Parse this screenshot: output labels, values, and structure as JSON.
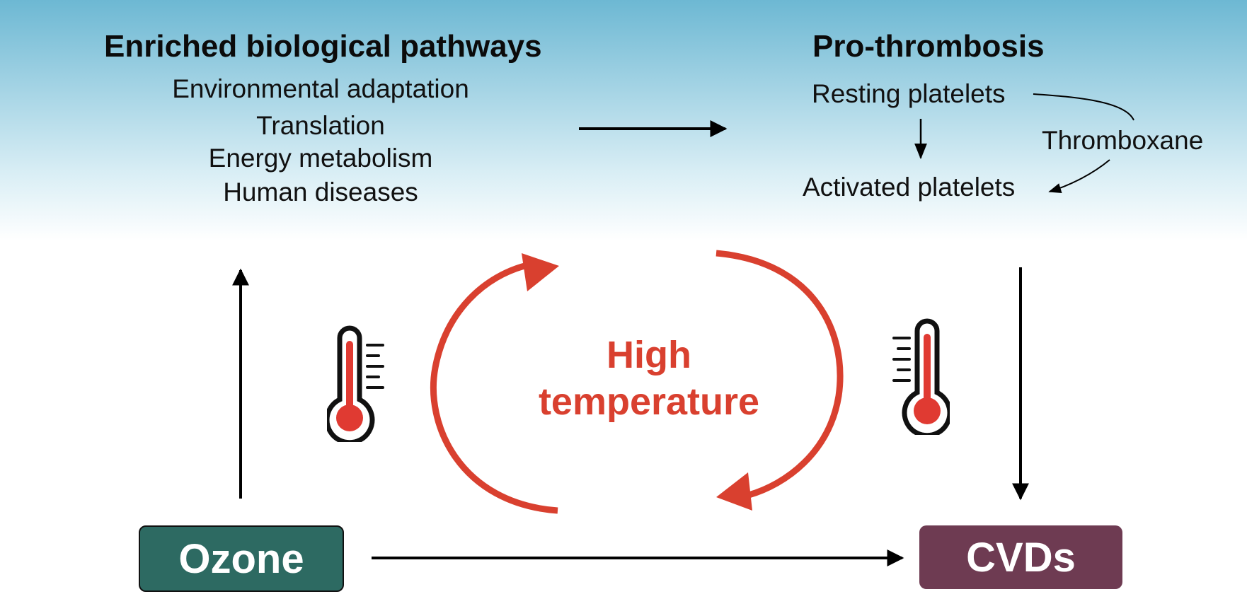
{
  "pathways": {
    "heading": "Enriched biological pathways",
    "items": [
      "Environmental adaptation",
      "Translation",
      "Energy metabolism",
      "Human diseases"
    ]
  },
  "thrombosis": {
    "heading": "Pro-thrombosis",
    "resting": "Resting platelets",
    "activated": "Activated platelets",
    "mediator": "Thromboxane"
  },
  "center": {
    "line1": "High",
    "line2": "temperature"
  },
  "nodes": {
    "ozone": "Ozone",
    "cvds": "CVDs"
  },
  "colors": {
    "ozone_box": "#2d6a62",
    "cvds_box": "#6e3b52",
    "cycle_arrow": "#d9402f",
    "thermometer_fill": "#e03a32",
    "sky_top": "#6db8d3"
  },
  "icons": [
    "thermometer-icon"
  ]
}
